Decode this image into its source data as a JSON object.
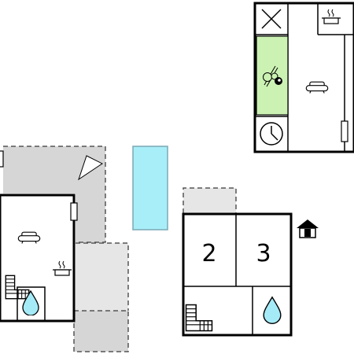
{
  "plan": {
    "room_labels": [
      "2",
      "3"
    ],
    "icons": {
      "sofa": "sofa-icon",
      "stove": "cooking-pot-icon",
      "clock": "clock-icon",
      "billiards": "billiards-icon",
      "water": "water-drop-icon",
      "stairs": "stairs-icon",
      "house": "house-icon",
      "window": "window-icon",
      "terrace": "terrace-area",
      "pool": "pool-area"
    },
    "colors": {
      "wall": "#000000",
      "terrace": "#d6d6d6",
      "terrace_light": "#e6e6e6",
      "pool": "#a8eef9",
      "pool_border": "#7aa8b4",
      "garden": "#ccf2b3",
      "water": "#a5eaf7"
    }
  }
}
